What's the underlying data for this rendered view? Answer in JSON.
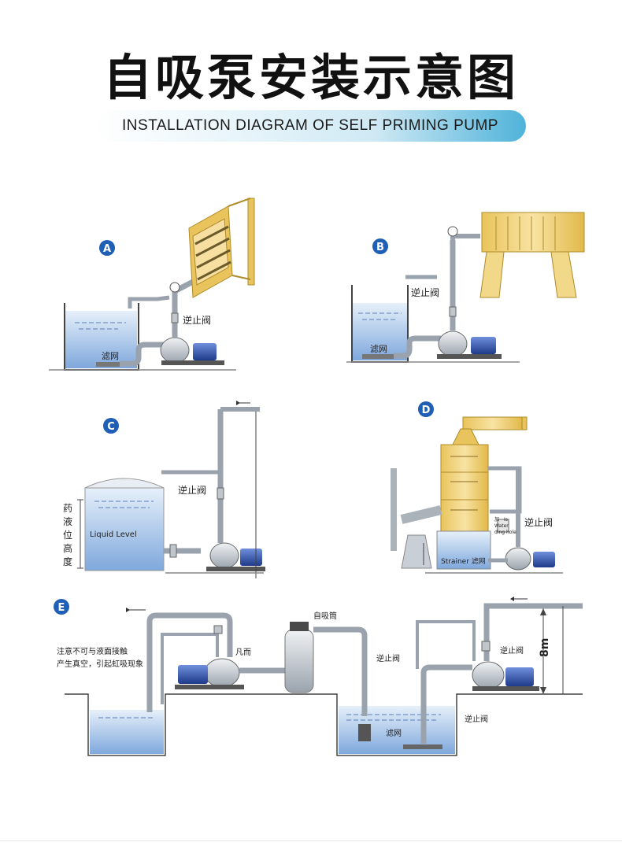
{
  "title": "自吸泵安装示意图",
  "subtitle": "INSTALLATION DIAGRAM OF SELF PRIMING PUMP",
  "colors": {
    "badge": "#1f5fb5",
    "water": "#a9c8ec",
    "pipe": "#d8dde2",
    "motor": "#2e4ea8",
    "equipment": "#f2d889"
  },
  "panels": {
    "A": {
      "badge": "A",
      "strainer": "滤网",
      "check_valve": "逆止阀"
    },
    "B": {
      "badge": "B",
      "strainer": "滤网",
      "check_valve": "逆止阀"
    },
    "C": {
      "badge": "C",
      "level_label": "Liquid Level",
      "side_label": [
        "药",
        "液",
        "位",
        "高",
        "度"
      ],
      "check_valve": "逆止阀"
    },
    "D": {
      "badge": "D",
      "strainer": "Strainer 滤网",
      "check_valve": "逆止阀",
      "small_note": [
        "加",
        "Is",
        "Water",
        "ding hole"
      ]
    },
    "E": {
      "badge": "E",
      "note_line1": "注意不可与液面接触",
      "note_line2": "产生真空，引起虹吸现象",
      "valve_label": "凡而",
      "tank_label": "自吸筒",
      "check_valve_1": "逆止阀",
      "strainer": "滤网",
      "check_valve_2": "逆止阀",
      "check_valve_3": "逆止阀",
      "height": "8m"
    }
  }
}
